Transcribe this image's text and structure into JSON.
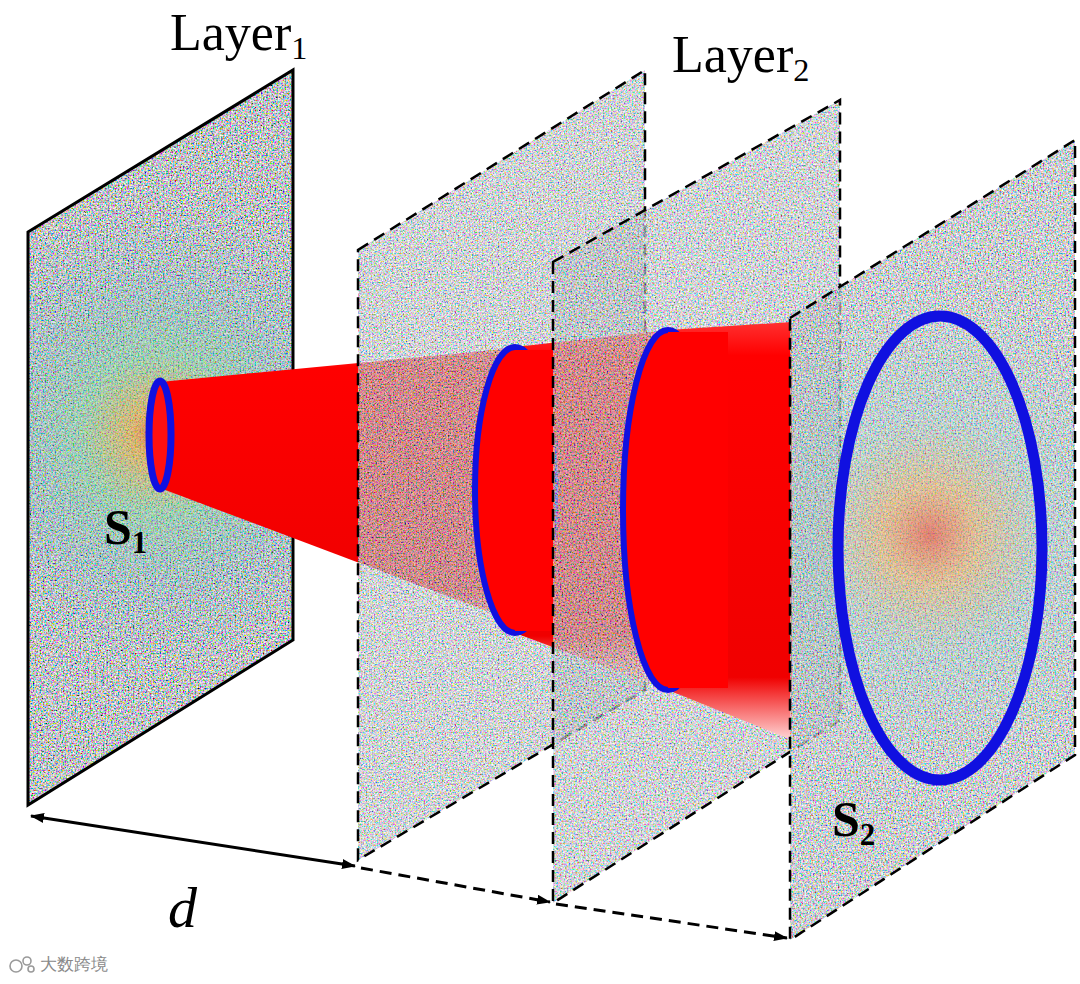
{
  "diagram": {
    "labels": [
      "Layer1",
      "Layer2",
      "S1",
      "S2",
      "d",
      "大数跨境"
    ]
  }
}
